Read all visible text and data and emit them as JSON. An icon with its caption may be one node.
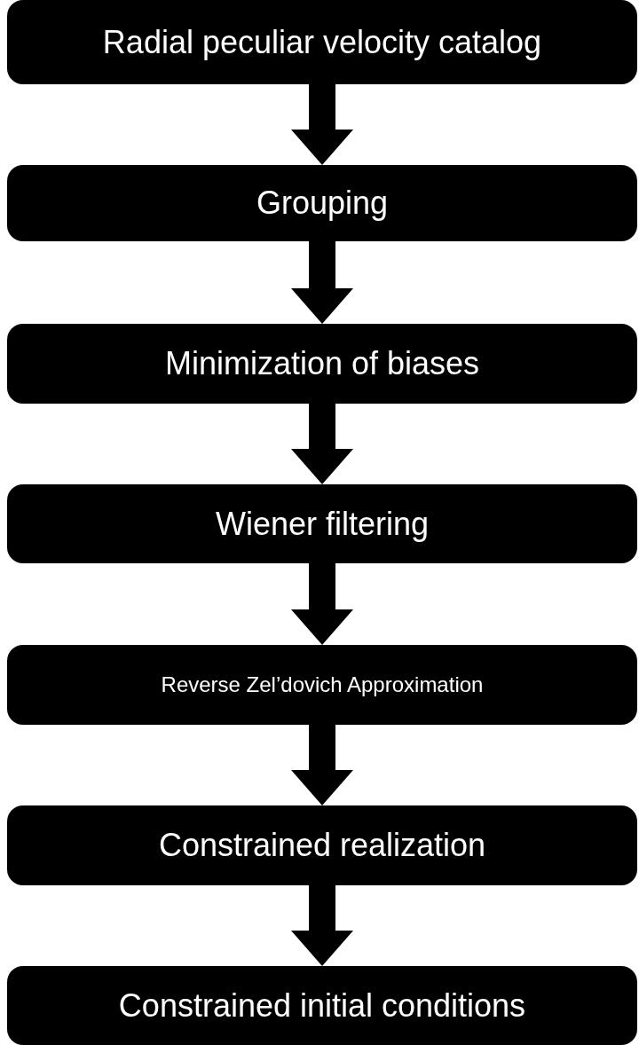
{
  "diagram": {
    "nodes": [
      {
        "text": [
          "Radial peculiar velocity catalog"
        ]
      },
      {
        "text": [
          "Grouping"
        ]
      },
      {
        "text": [
          "Minimization of biases"
        ]
      },
      {
        "text": [
          "Wiener filtering"
        ]
      },
      {
        "text": [
          "Reverse Zel’dovich Approximation"
        ]
      },
      {
        "text": [
          "Constrained realization"
        ]
      },
      {
        "text": [
          "Constrained initial conditions"
        ]
      }
    ],
    "edges": [
      {
        "from": 0,
        "to": 1,
        "arrow": "to"
      },
      {
        "from": 1,
        "to": 2,
        "arrow": "to"
      },
      {
        "from": 2,
        "to": 3,
        "arrow": "to"
      },
      {
        "from": 3,
        "to": 4,
        "arrow": "to"
      },
      {
        "from": 4,
        "to": 5,
        "arrow": "to"
      },
      {
        "from": 5,
        "to": 6,
        "arrow": "to"
      }
    ]
  }
}
